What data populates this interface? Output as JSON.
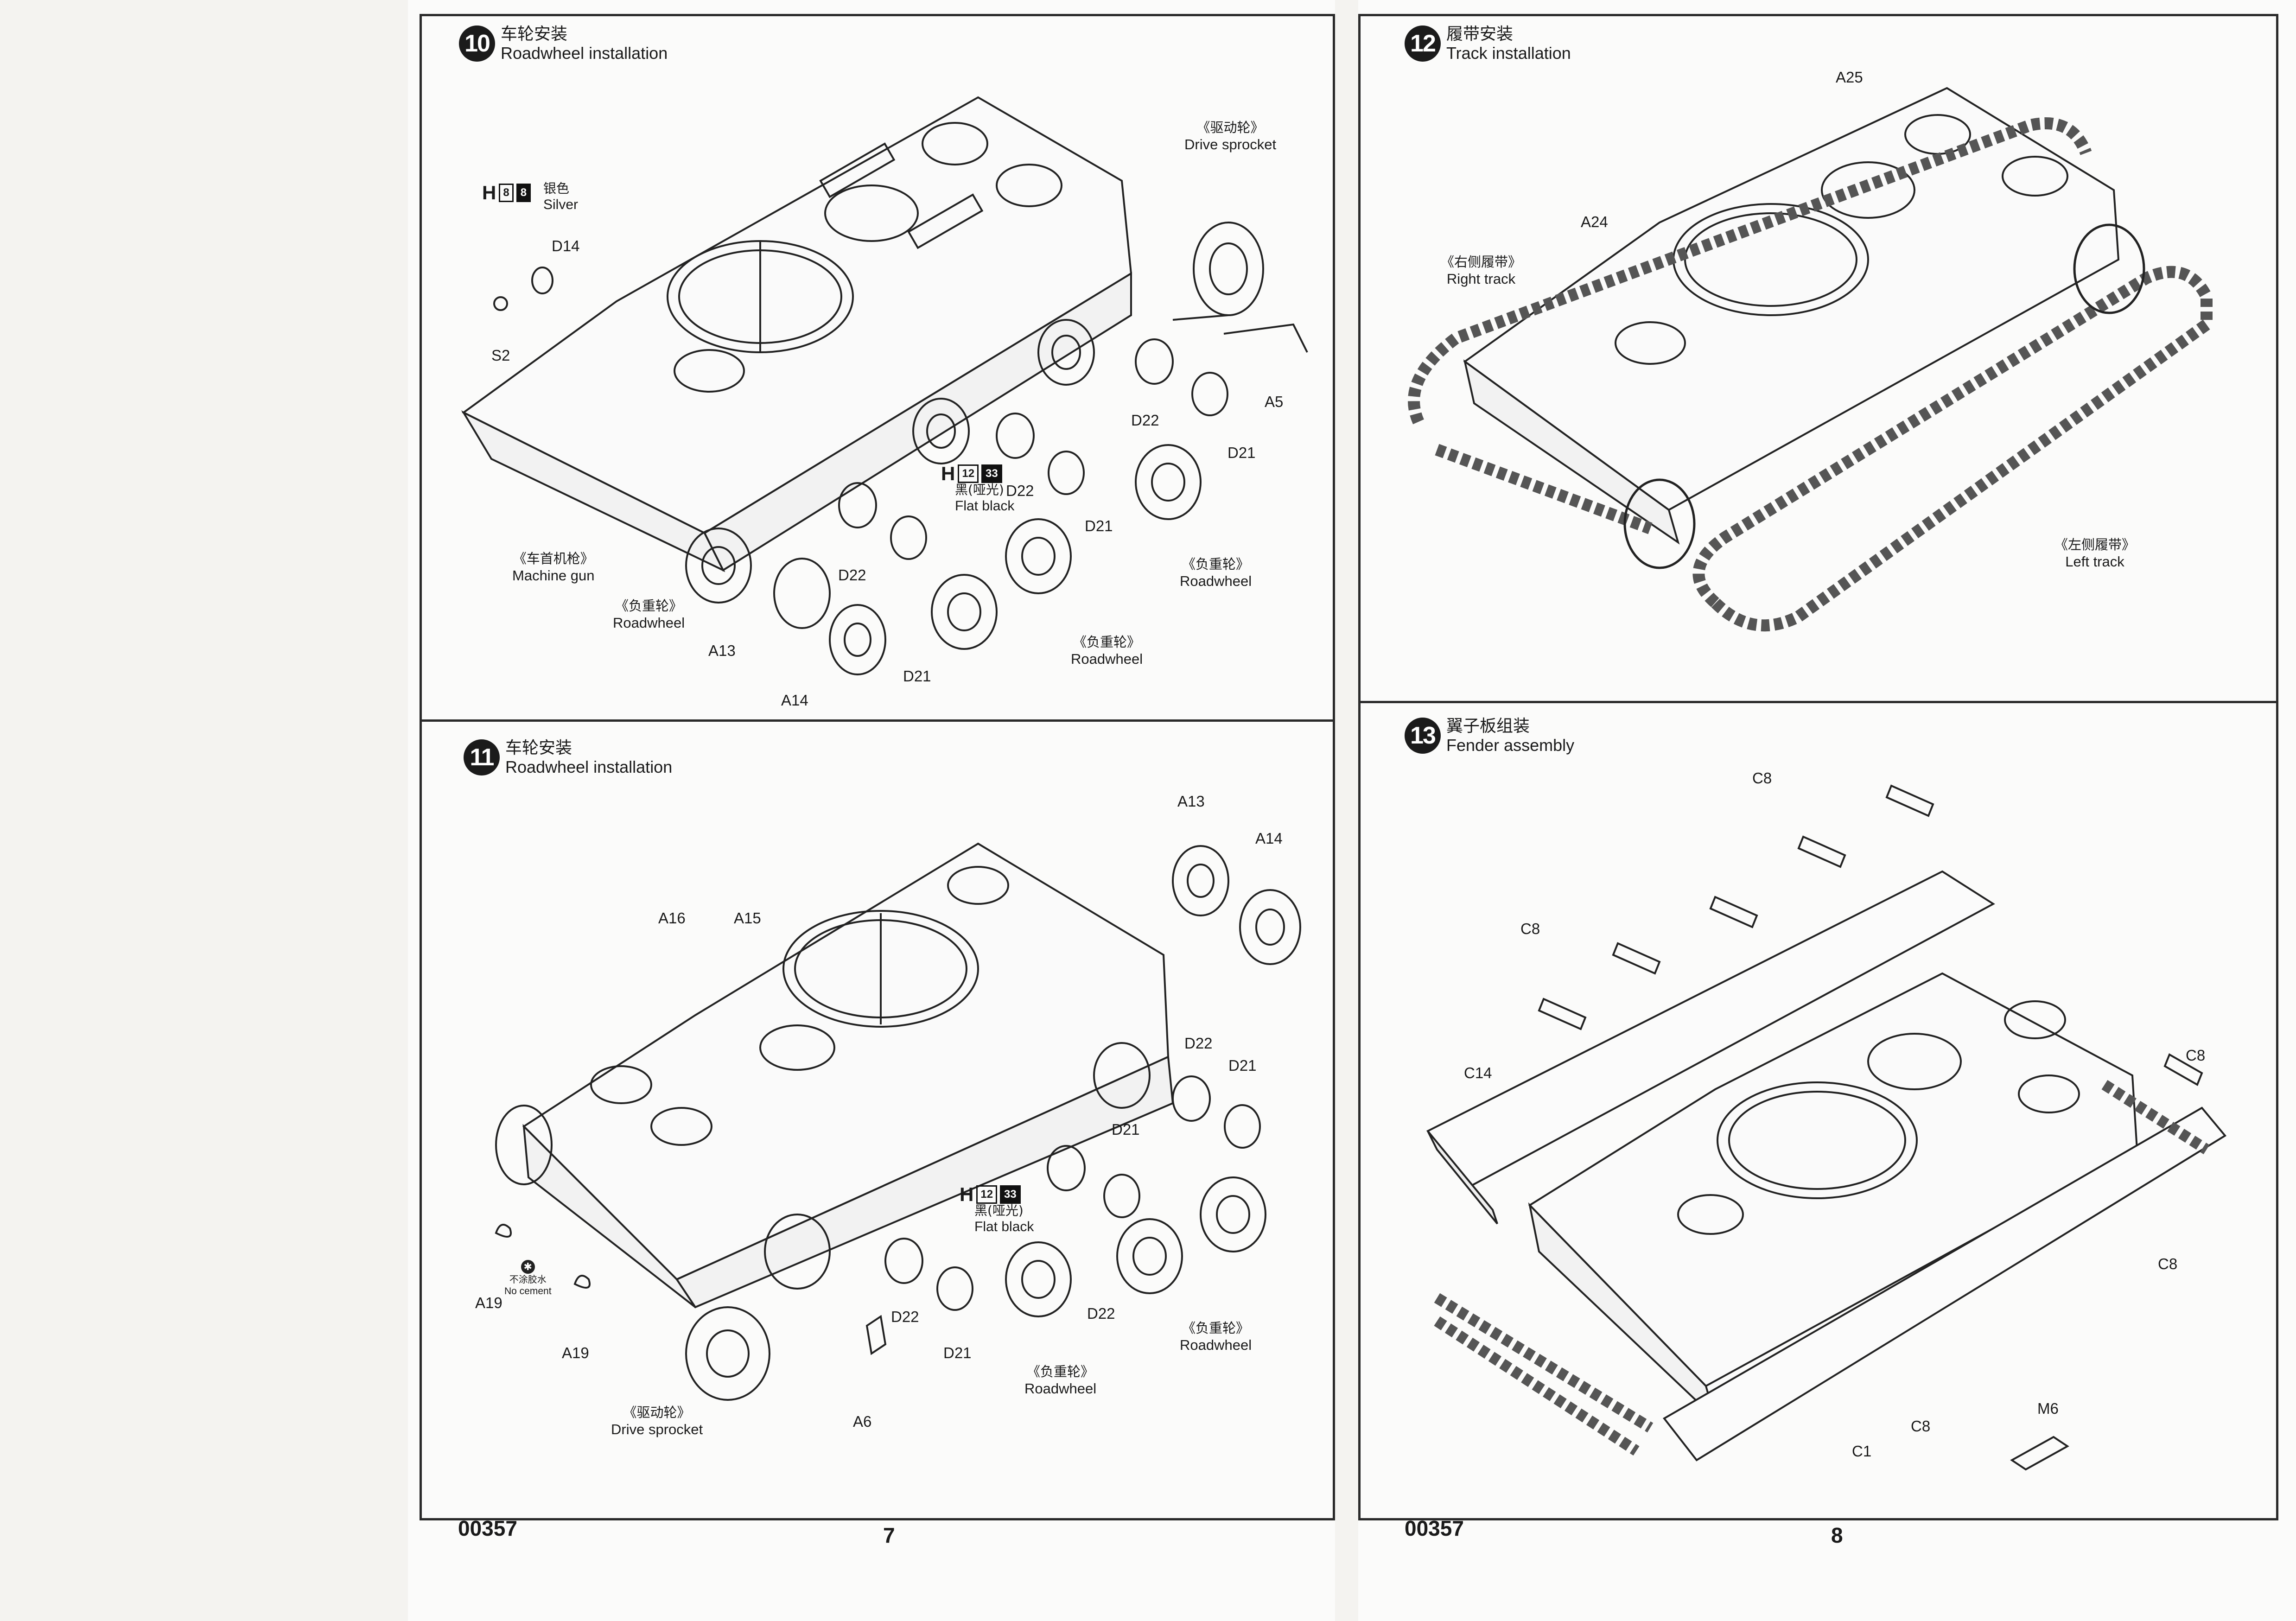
{
  "left_page": {
    "code": "00357",
    "page_number": "7",
    "step10": {
      "number": "10",
      "title_cn": "车轮安装",
      "title_en": "Roadwheel installation",
      "paint_silver": {
        "letter": "H",
        "code1": "8",
        "code2": "8",
        "name_cn": "银色",
        "name_en": "Silver"
      },
      "paint_black": {
        "letter": "H",
        "code1": "12",
        "code2": "33",
        "name_cn": "黑(哑光)",
        "name_en": "Flat black"
      },
      "labels": {
        "drive_sprocket_cn": "《驱动轮》",
        "drive_sprocket_en": "Drive sprocket",
        "machine_gun_cn": "《车首机枪》",
        "machine_gun_en": "Machine gun",
        "roadwheel_cn": "《负重轮》",
        "roadwheel_en": "Roadwheel"
      },
      "parts": [
        "D14",
        "S2",
        "A5",
        "D22",
        "D21",
        "D22",
        "D21",
        "D22",
        "D21",
        "A13",
        "A14"
      ]
    },
    "step11": {
      "number": "11",
      "title_cn": "车轮安装",
      "title_en": "Roadwheel installation",
      "paint_black": {
        "letter": "H",
        "code1": "12",
        "code2": "33",
        "name_cn": "黑(哑光)",
        "name_en": "Flat black"
      },
      "no_cement_cn": "不涂胶水",
      "no_cement_en": "No cement",
      "labels": {
        "drive_sprocket_cn": "《驱动轮》",
        "drive_sprocket_en": "Drive sprocket",
        "roadwheel_cn": "《负重轮》",
        "roadwheel_en": "Roadwheel"
      },
      "parts": [
        "A13",
        "A14",
        "A16",
        "A15",
        "D22",
        "D21",
        "D21",
        "D22",
        "D21",
        "D22",
        "A19",
        "A19",
        "A6"
      ]
    }
  },
  "right_page": {
    "code": "00357",
    "page_number": "8",
    "step12": {
      "number": "12",
      "title_cn": "履带安装",
      "title_en": "Track installation",
      "labels": {
        "right_track_cn": "《右侧履带》",
        "right_track_en": "Right track",
        "left_track_cn": "《左侧履带》",
        "left_track_en": "Left track"
      },
      "parts": [
        "A25",
        "A24"
      ]
    },
    "step13": {
      "number": "13",
      "title_cn": "翼子板组装",
      "title_en": "Fender assembly",
      "parts": [
        "C8",
        "C8",
        "C14",
        "C8",
        "C8",
        "C8",
        "C1",
        "M6"
      ]
    }
  }
}
